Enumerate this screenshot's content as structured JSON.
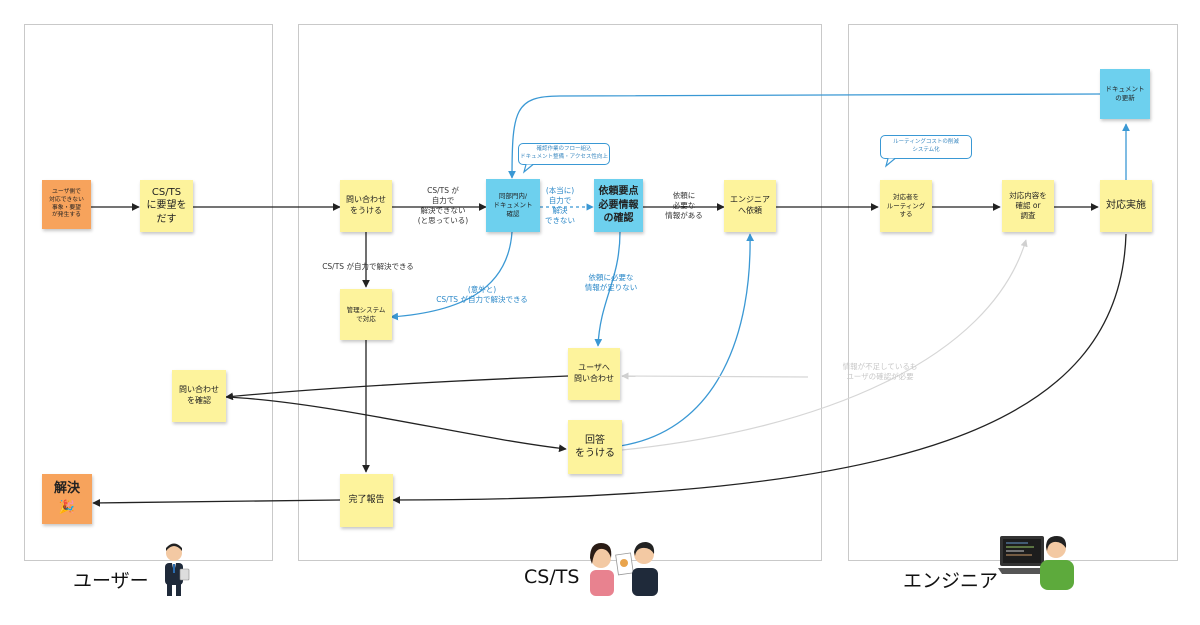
{
  "lanes": {
    "user": "ユーザー",
    "cs": "CS/TS",
    "engineer": "エンジニア"
  },
  "notes": {
    "user_issue": "ユーザ側で\n対応できない\n事象・要望\nが発生する",
    "cs_request": "CS/TS\nに要望を\nだす",
    "receive_inquiry": "問い合わせ\nをうける",
    "dept_docs": "同部門内/\nドキュメント\n確認",
    "check_info": "依頼要点\n必要情報\nの確認",
    "request_engineer": "エンジニア\nへ依頼",
    "admin_system": "管理システム\nで対応",
    "ask_user": "ユーザへ\n問い合わせ",
    "check_inquiry": "問い合わせ\nを確認",
    "receive_answer": "回答\nをうける",
    "complete_report": "完了報告",
    "resolved": "解決",
    "assignee_routing": "対応者を\nルーティング\nする",
    "confirm_investigate": "対応内容を\n確認 or\n調査",
    "implement": "対応実施",
    "doc_update": "ドキュメント\nの更新"
  },
  "labels": {
    "cs_self_cannot": "CS/TS が\n自力で\n解決できない\n(と思っている)",
    "cs_self_can": "CS/TS が自力で解決できる",
    "really_cannot": "(本当に)\n自力で\n解決\nできない",
    "unexpectedly_can": "(意外と)\nCS/TS が自力で解決できる",
    "info_enough": "依頼に\n必要な\n情報がある",
    "info_missing": "依頼に必要な\n情報が足りない",
    "user_confirm_needed": "情報が不足しているも\nユーザの確認が必要"
  },
  "bubbles": {
    "cs_improve": "確認作業のフロー組込\nドキュメント整備・アクセス性向上",
    "eng_reduce": "ルーティングコストの削減\nシステム化"
  },
  "icons": {
    "celebration": "party-popper-icon"
  },
  "colors": {
    "sticky_yellow": "#fdf39c",
    "sticky_blue": "#6dd0ee",
    "sticky_orange": "#f7a35c",
    "arrow_black": "#222222",
    "arrow_blue": "#3a98d4",
    "arrow_faint": "#d6d6d6"
  }
}
